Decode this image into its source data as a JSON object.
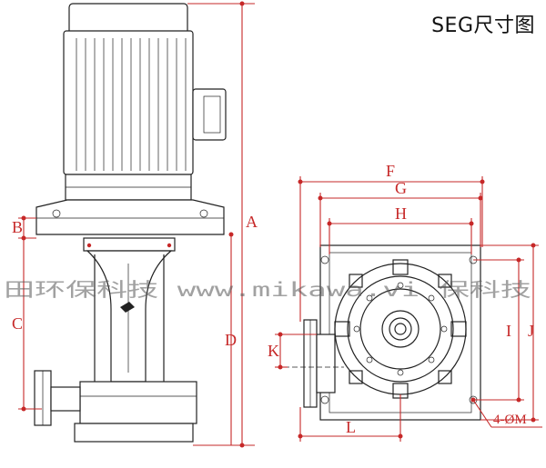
{
  "title": "SEG尺寸图",
  "watermark": "田环保科技 www.mikawa.vi 保科技",
  "side_view_labels": {
    "A": "A",
    "B": "B",
    "C": "C",
    "D": "D"
  },
  "front_view_labels": {
    "F": "F",
    "G": "G",
    "H": "H",
    "I": "I",
    "J": "J",
    "K": "K",
    "L": "L",
    "M": "4-ØM"
  },
  "colors": {
    "dimension": "#c62828",
    "drawing": "#222222"
  }
}
